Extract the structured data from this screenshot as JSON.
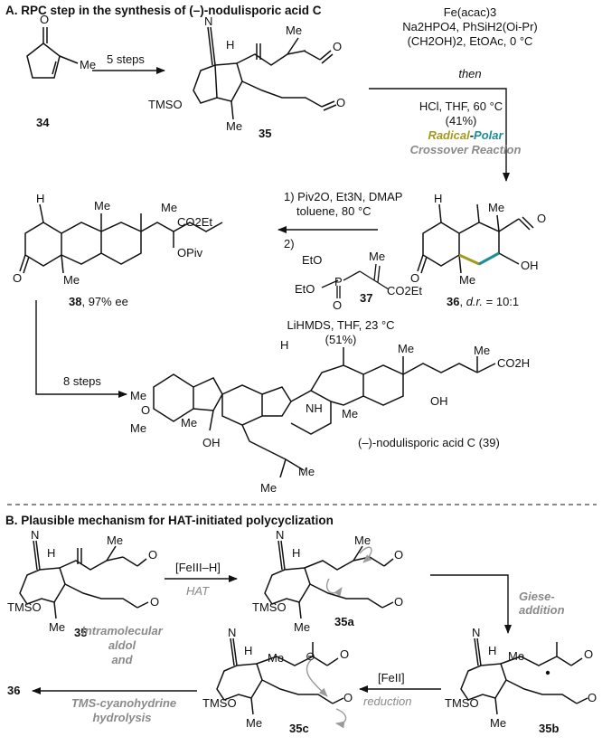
{
  "colors": {
    "bond": "#111111",
    "radical_highlight": "#a39a1c",
    "polar_highlight": "#1f8d96",
    "grey_text": "#8a8a8a",
    "arrow_grey": "#9a9a9a"
  },
  "sectionA": {
    "title": "A. RPC step in the synthesis of (–)-nodulisporic acid C",
    "cmpd34": {
      "label": "34",
      "me": "Me",
      "o": "O"
    },
    "step1": "5 steps",
    "cmpd35": {
      "label": "35",
      "n": "N",
      "h": "H",
      "tmso": "TMSO",
      "me1": "Me",
      "me2": "Me",
      "o1": "O",
      "o2": "O"
    },
    "conditions1": [
      "Fe(acac)3",
      "Na2HPO4, PhSiH2(Oi-Pr)",
      "(CH2OH)2, EtOAc, 0 °C"
    ],
    "then": "then",
    "conditions2": [
      "HCl, THF, 60 °C",
      "(41%)"
    ],
    "radical_word": "Radical",
    "polar_word": "Polar",
    "crossover": "Crossover Reaction",
    "cmpd36": {
      "label": "36",
      "dr_prefix": "d.r.",
      "dr_value": "= 10:1",
      "h": "H",
      "me1": "Me",
      "me2": "Me",
      "o1": "O",
      "o2": "O",
      "oh": "OH"
    },
    "cmpd38": {
      "label": "38",
      "ee": "97% ee",
      "h": "H",
      "me1": "Me",
      "me2": "Me",
      "me3": "Me",
      "o": "O",
      "opiv": "OPiv",
      "ester": "CO2Et"
    },
    "conditions3": {
      "l1": "1) Piv2O, Et3N, DMAP",
      "l2": "toluene, 80 °C",
      "l3": "2)",
      "reagent_label": "37",
      "reagent_eto1": "EtO",
      "reagent_eto2": "EtO",
      "reagent_p": "P",
      "reagent_o": "O",
      "reagent_me": "Me",
      "reagent_ester": "CO2Et",
      "l4": "LiHMDS, THF, 23 °C",
      "l5": "(51%)"
    },
    "step2": "8 steps",
    "cmpd39": {
      "name": "(–)-nodulisporic acid C (39)",
      "h": "H",
      "me1": "Me",
      "me2": "Me",
      "me3": "Me",
      "me4": "Me",
      "me5": "Me",
      "me6": "Me",
      "me7": "Me",
      "me8": "Me",
      "o": "O",
      "oh1": "OH",
      "oh2": "OH",
      "nh": "NH",
      "acid": "CO2H"
    }
  },
  "sectionB": {
    "title": "B. Plausible mechanism for HAT-initiated polycyclization",
    "reagent1": "[FeIII–H]",
    "reagent1_label": "HAT",
    "giese": "Giese-addition",
    "reagent2": "[FeII]",
    "reagent2_label": "reduction",
    "final_label": [
      "Intramolecular",
      "aldol",
      "and",
      "TMS-cyanohydrine",
      "hydrolysis"
    ],
    "final_product": "36",
    "cmpd35": {
      "label": "35"
    },
    "cmpd35a": {
      "label": "35a"
    },
    "cmpd35b": {
      "label": "35b"
    },
    "cmpd35c": {
      "label": "35c"
    },
    "atoms": {
      "n": "N",
      "h": "H",
      "tmso": "TMSO",
      "me": "Me",
      "o": "O",
      "minus": "⊖"
    }
  }
}
